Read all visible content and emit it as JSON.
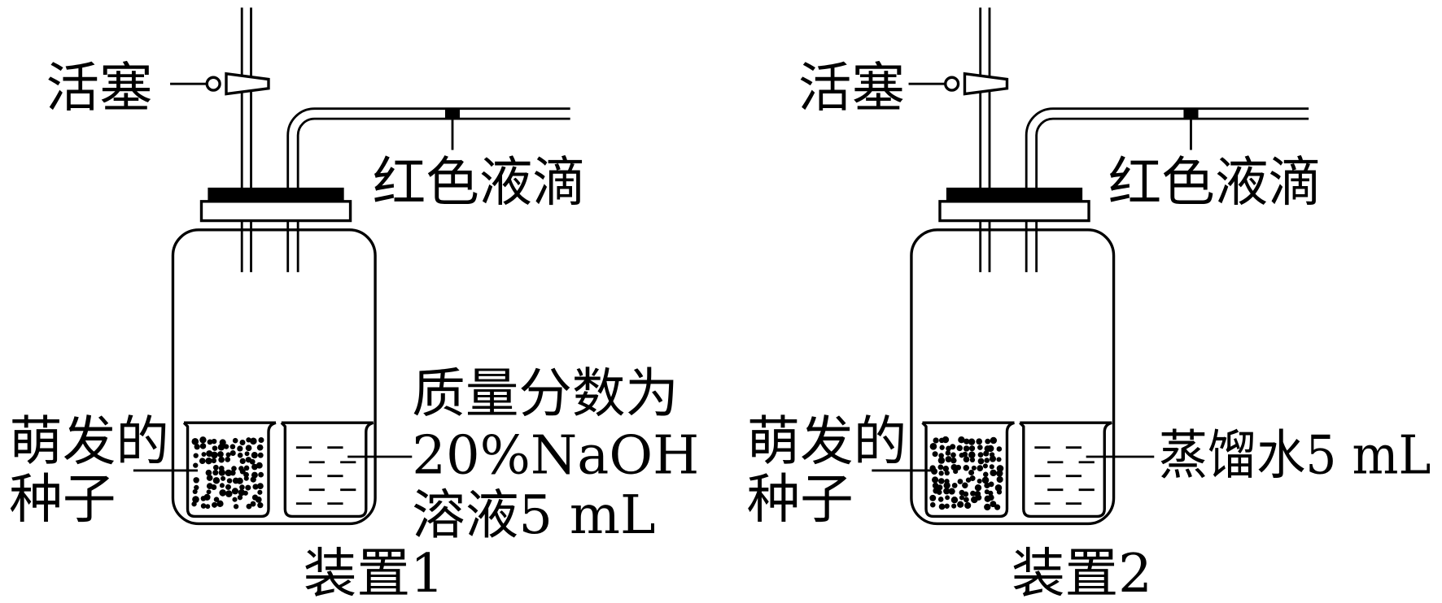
{
  "devices": [
    {
      "stopcock_label": "活塞",
      "droplet_label": "红色液滴",
      "seed_label": [
        "萌发的",
        "种子"
      ],
      "solution_label": [
        "质量分数为",
        "20%NaOH",
        "溶液5 mL"
      ],
      "caption": "装置1"
    },
    {
      "stopcock_label": "活塞",
      "droplet_label": "红色液滴",
      "seed_label": [
        "萌发的",
        "种子"
      ],
      "solution_label": [
        "蒸馏水5 mL"
      ],
      "caption": "装置2"
    }
  ],
  "colors": {
    "ink": "#000000",
    "paper": "#ffffff"
  }
}
